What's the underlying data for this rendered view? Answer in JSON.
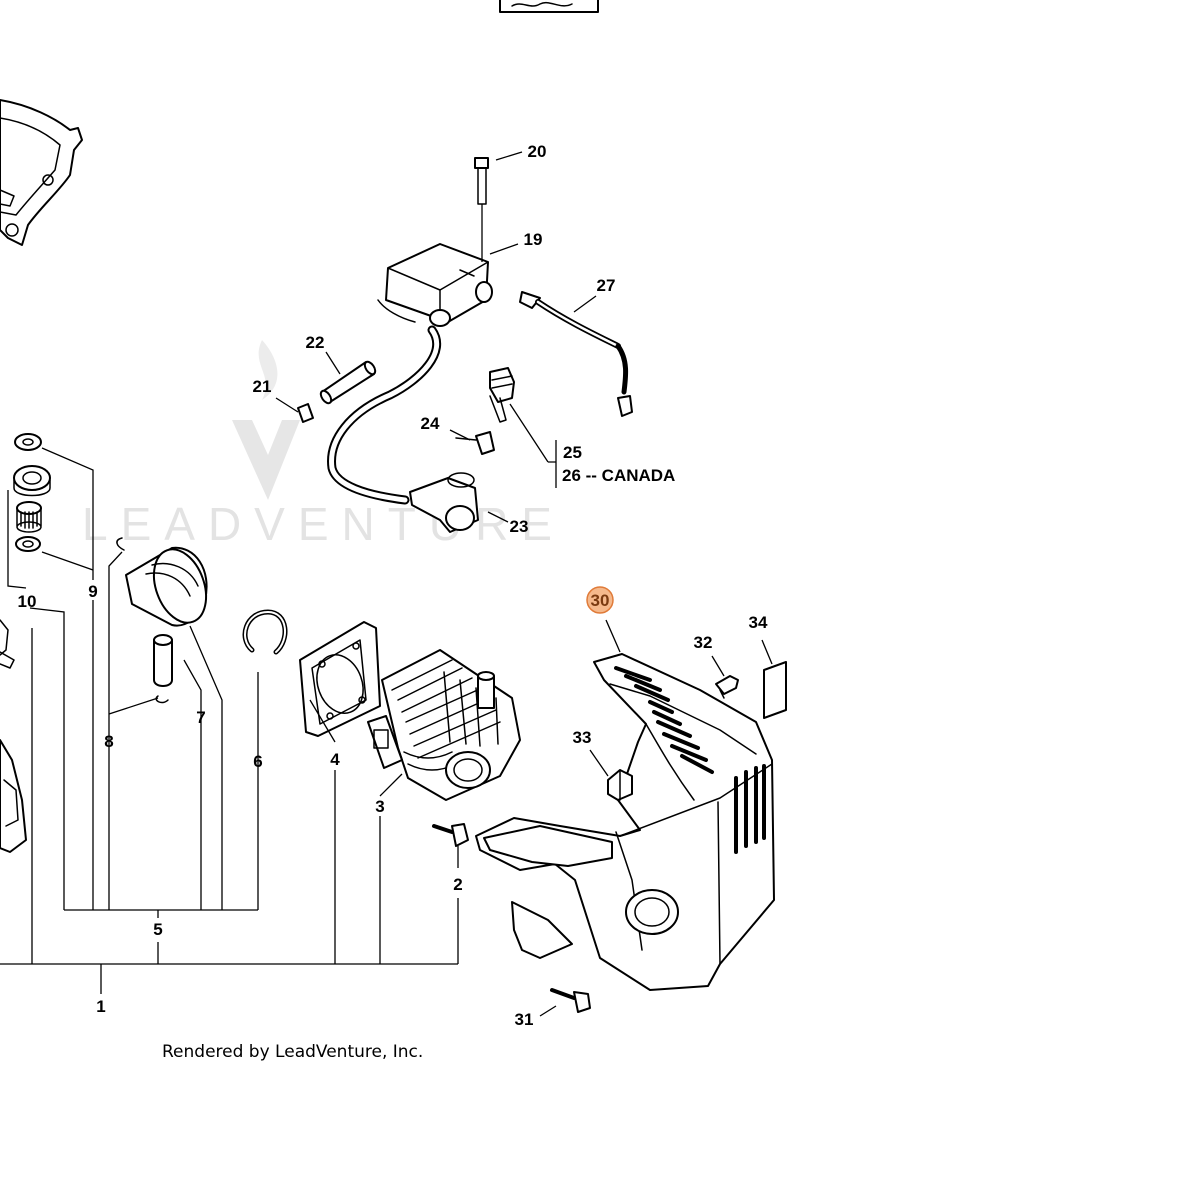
{
  "watermark": {
    "text": "LEADVENTURE"
  },
  "caption": "Rendered by LeadVenture, Inc.",
  "callouts": [
    {
      "number": "1",
      "text": "1"
    },
    {
      "number": "2",
      "text": "2"
    },
    {
      "number": "3",
      "text": "3"
    },
    {
      "number": "4",
      "text": "4"
    },
    {
      "number": "5",
      "text": "5"
    },
    {
      "number": "6",
      "text": "6"
    },
    {
      "number": "7",
      "text": "7"
    },
    {
      "number": "8",
      "text": "8"
    },
    {
      "number": "9",
      "text": "9"
    },
    {
      "number": "10",
      "text": "10"
    },
    {
      "number": "19",
      "text": "19"
    },
    {
      "number": "20",
      "text": "20"
    },
    {
      "number": "21",
      "text": "21"
    },
    {
      "number": "22",
      "text": "22"
    },
    {
      "number": "23",
      "text": "23"
    },
    {
      "number": "24",
      "text": "24"
    },
    {
      "number": "25",
      "text": "25"
    },
    {
      "number": "26",
      "text": "26 -- CANADA"
    },
    {
      "number": "27",
      "text": "27"
    },
    {
      "number": "30",
      "text": "30",
      "highlighted": true
    },
    {
      "number": "31",
      "text": "31"
    },
    {
      "number": "32",
      "text": "32"
    },
    {
      "number": "33",
      "text": "33"
    },
    {
      "number": "34",
      "text": "34"
    }
  ],
  "colors": {
    "line": "#000000",
    "highlight_fill": "#f5b98c",
    "highlight_stroke": "#e07b39",
    "highlight_text": "#7a3a10",
    "watermark": "#e3e3e3"
  }
}
